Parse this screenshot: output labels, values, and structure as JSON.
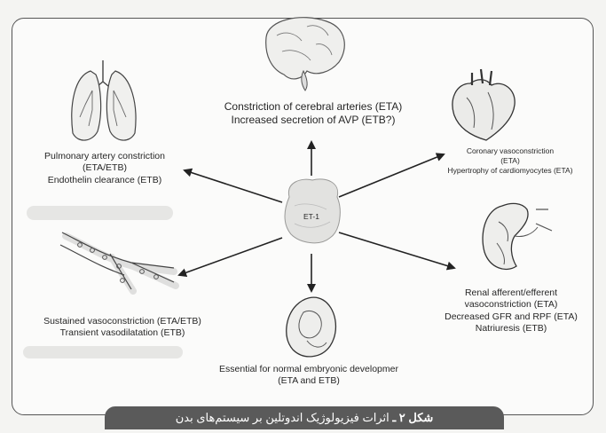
{
  "center": {
    "label": "ET-1"
  },
  "nodes": {
    "brain": {
      "lines": [
        "Constriction of cerebral arteries (ETA)",
        "Increased secretion of AVP (ETB?)"
      ]
    },
    "lung": {
      "lines": [
        "Pulmonary artery constriction",
        "(ETA/ETB)",
        "Endothelin clearance (ETB)"
      ]
    },
    "heart": {
      "lines": [
        "Coronary vasoconstriction",
        "(ETA)",
        "Hypertrophy of cardiomyocytes (ETA)"
      ]
    },
    "vessels": {
      "lines": [
        "Sustained vasoconstriction (ETA/ETB)",
        "Transient vasodilatation (ETB)"
      ]
    },
    "kidney": {
      "lines": [
        "Renal afferent/efferent",
        "vasoconstriction (ETA)",
        "Decreased GFR and RPF (ETA)",
        "Natriuresis (ETB)"
      ]
    },
    "embryo": {
      "lines": [
        "Essential for normal embryonic developmer",
        "(ETA and ETB)"
      ]
    }
  },
  "caption": {
    "label": "شکل ۲ ـ",
    "text": " اثرات فیزیولوژیک اندوتلین بر سیستم‌های بدن"
  }
}
